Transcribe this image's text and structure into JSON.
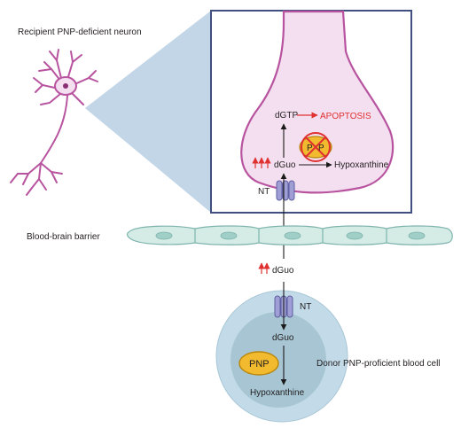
{
  "labels": {
    "recipient_neuron": "Recipient PNP-deficient neuron",
    "dgtp": "dGTP",
    "apoptosis": "APOPTOSIS",
    "dguo_inside": "dGuo",
    "hypoxanthine_neuron": "Hypoxanthine",
    "pnp_blocked_p1": "P",
    "pnp_blocked_p2": "P",
    "nt_top": "NT",
    "bbb": "Blood-brain barrier",
    "dguo_blood": "dGuo",
    "nt_cell": "NT",
    "dguo_cell": "dGuo",
    "pnp_enzyme": "PNP",
    "hypoxanthine_cell": "Hypoxanthine",
    "donor_cell": "Donor PNP-proficient blood cell"
  },
  "colors": {
    "neuron_fill": "#f4dff0",
    "neuron_stroke": "#b8549f",
    "inset_border": "#3f4f7f",
    "zoom_cone": "#b8cfe3",
    "apoptosis_red": "#e03131",
    "bbb_fill": "#d4ebe6",
    "bbb_stroke": "#7fb4ad",
    "bbb_nucleus": "#9fcfc6",
    "nt_fill": "#9f9fd6",
    "nt_stroke": "#5e5ea0",
    "cell_outer": "#c3dbe8",
    "cell_nucleus": "#9dbdcc",
    "pnp_fill": "#f2ba2f",
    "pnp_stroke": "#b8860b"
  }
}
